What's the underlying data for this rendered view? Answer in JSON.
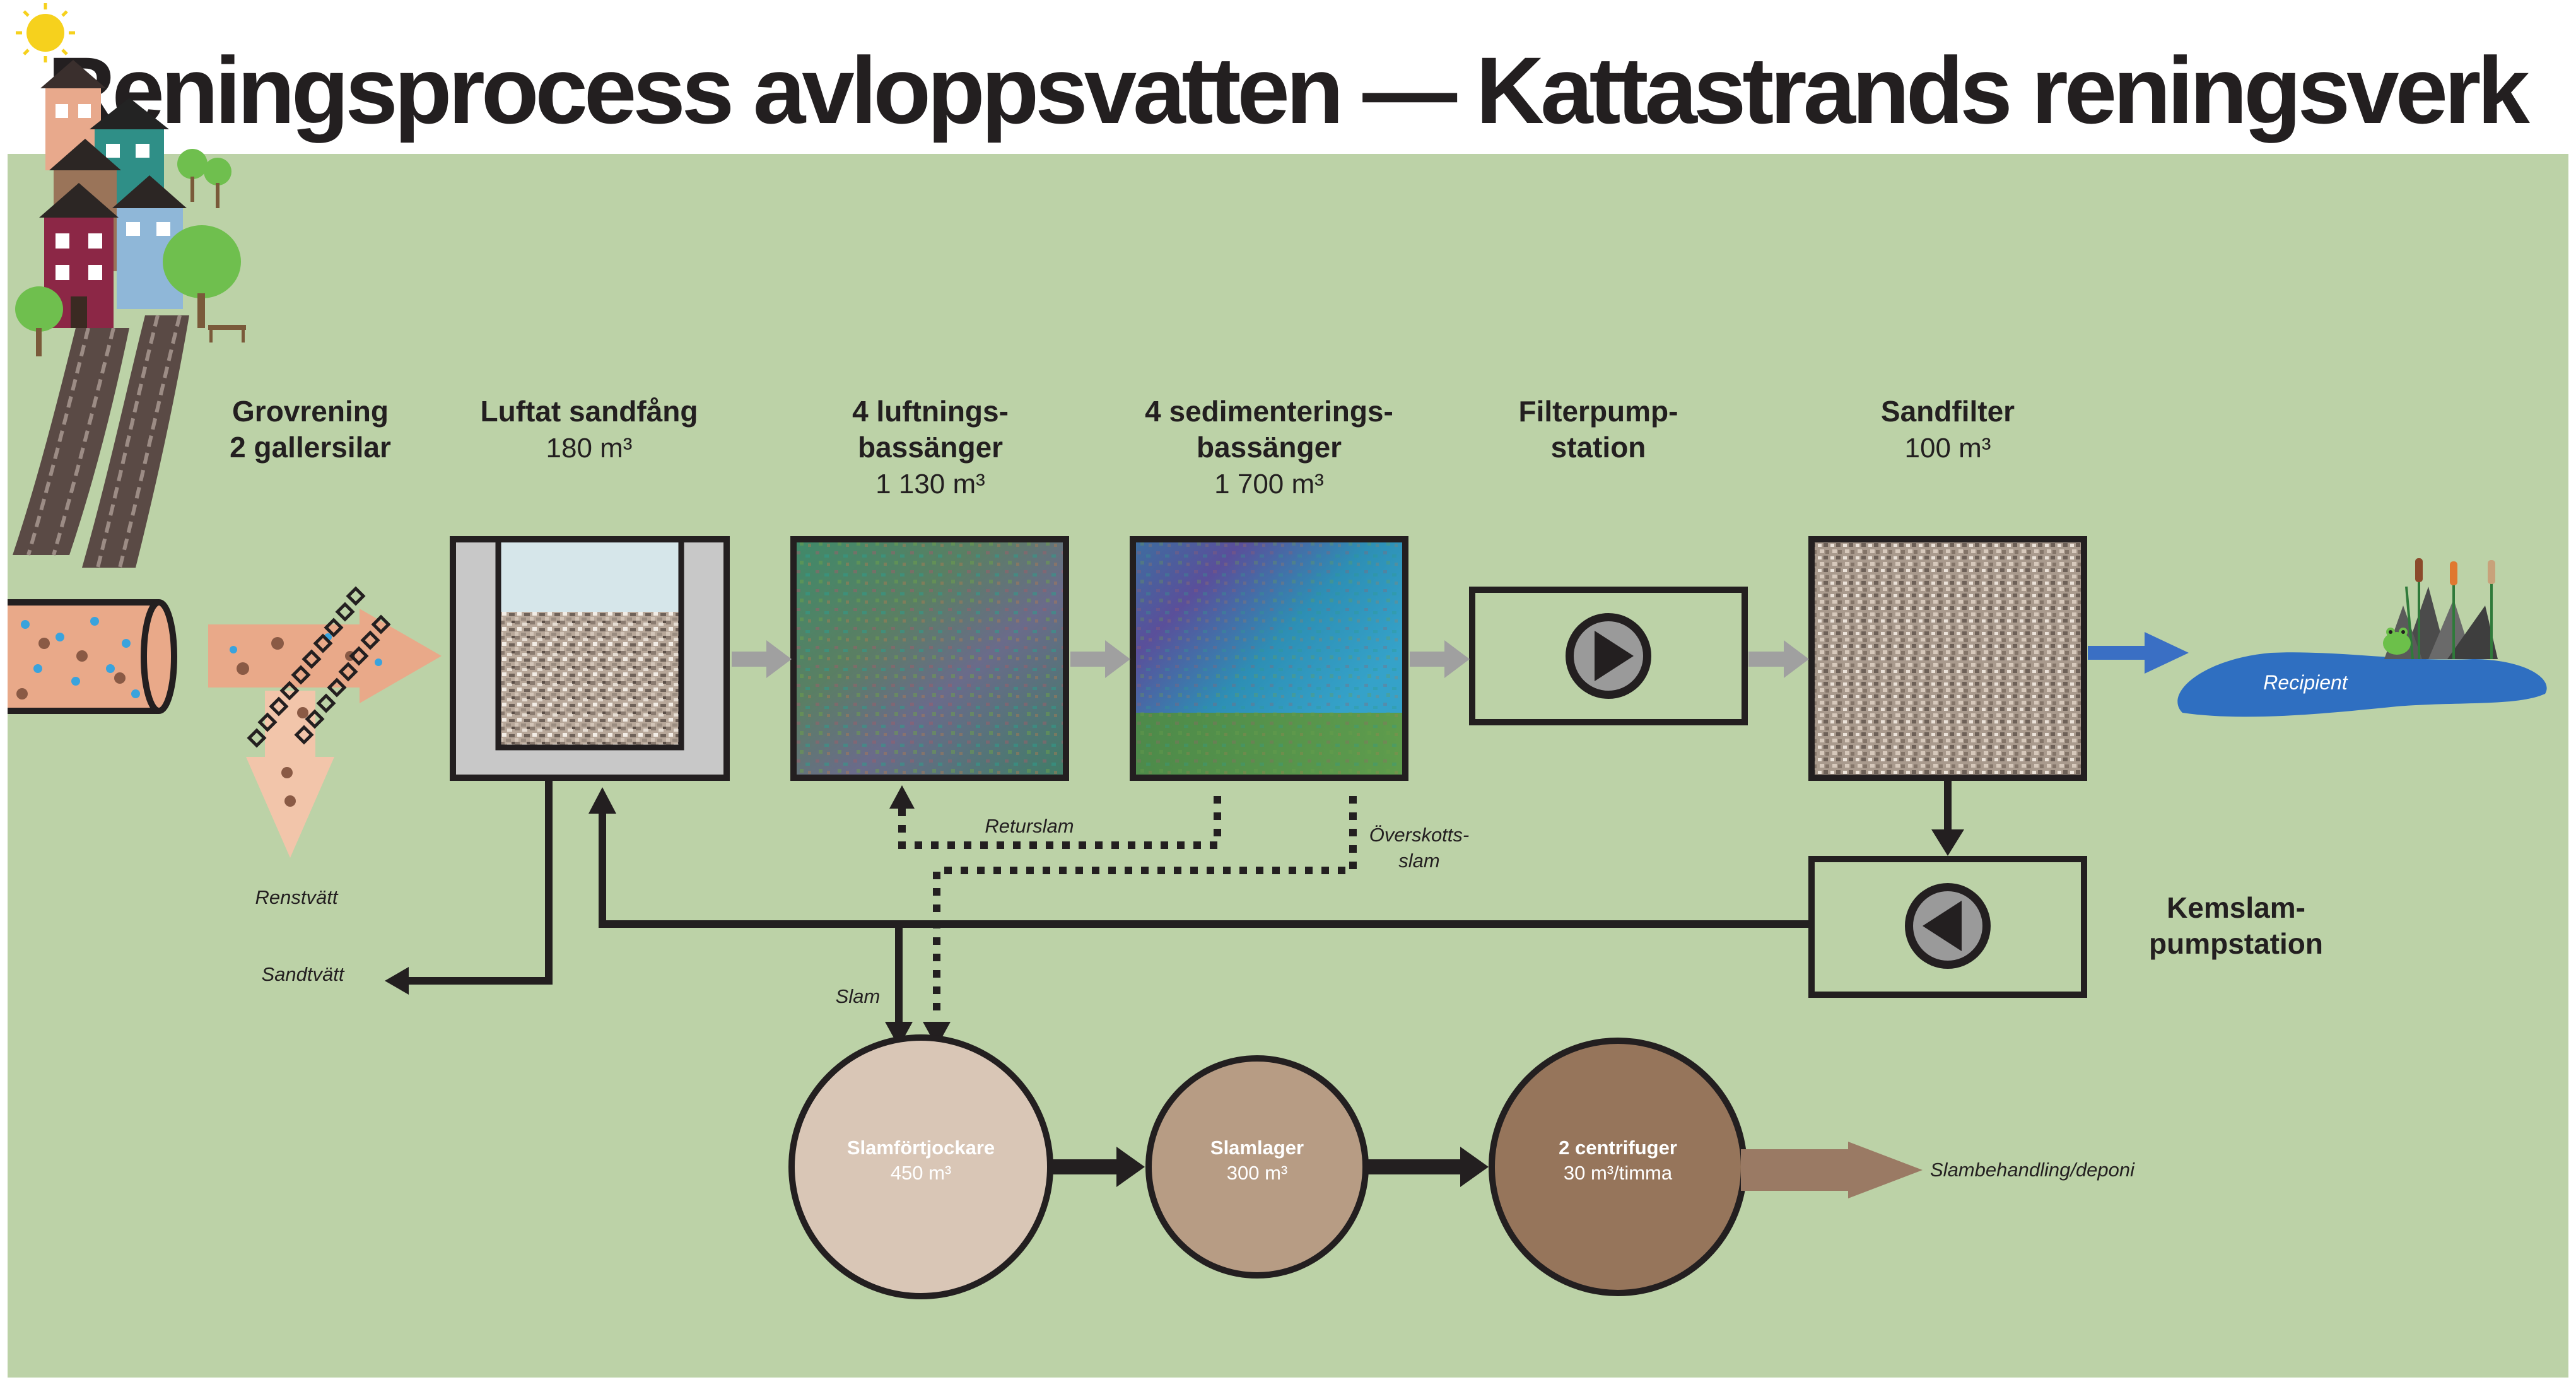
{
  "title": "Reningsprocess avloppsvatten — Kattastrands reningsverk",
  "colors": {
    "background": "#bcd2a7",
    "box_outline": "#231f20",
    "gray_arrow": "#a0a0a0",
    "blue_arrow": "#3a6fc4",
    "recipient_water": "#2f6fc1",
    "thickener": "#d9c6b6",
    "sludge_store": "#b79c84",
    "centrifuge": "#96755b",
    "sludge_arrow": "#9a7a64"
  },
  "stages": {
    "grovrening": {
      "line1": "Grovrening",
      "line2": "2 gallersilar"
    },
    "sandfang": {
      "line1": "Luftat sandfång",
      "volume": "180 m³"
    },
    "luftning": {
      "line1": "4 luftnings-",
      "line2": "bassänger",
      "volume": "1 130 m³"
    },
    "sedimentering": {
      "line1": "4 sedimenterings-",
      "line2": "bassänger",
      "volume": "1 700 m³"
    },
    "filterpump": {
      "line1": "Filterpump-",
      "line2": "station"
    },
    "sandfilter": {
      "line1": "Sandfilter",
      "volume": "100 m³"
    },
    "kemslam": {
      "line1": "Kemslam-",
      "line2": "pumpstation"
    }
  },
  "labels": {
    "renstvatt": "Renstvätt",
    "sandtvatt": "Sandtvätt",
    "returslam": "Returslam",
    "overskott1": "Överskotts-",
    "overskott2": "slam",
    "slam": "Slam",
    "recipient": "Recipient",
    "slambehandling": "Slambehandling/deponi"
  },
  "sludge": {
    "thickener": {
      "name": "Slamförtjockare",
      "value": "450 m³"
    },
    "store": {
      "name": "Slamlager",
      "value": "300 m³"
    },
    "centrifuge": {
      "name": "2 centrifuger",
      "value": "30 m³/timma"
    }
  },
  "icons": [
    "sun-icon",
    "house-icon",
    "tree-icon",
    "bench-icon",
    "sewer-pipe-icon",
    "screen-grate-icon",
    "pump-play-icon",
    "pump-reverse-icon",
    "reed-icon",
    "frog-icon"
  ]
}
